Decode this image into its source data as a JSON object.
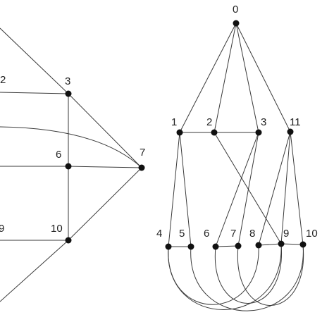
{
  "colors": {
    "edge": "#3a3a3a",
    "node": "#111111",
    "label": "#222222"
  },
  "left_graph": {
    "labels": {
      "n2": "2",
      "n3": "3",
      "n6": "6",
      "n7": "7",
      "n9": "9",
      "n10": "10"
    }
  },
  "right_graph": {
    "labels": {
      "n0": "0",
      "n1": "1",
      "n2": "2",
      "n3": "3",
      "n11": "11",
      "n4": "4",
      "n5": "5",
      "n6": "6",
      "n7": "7",
      "n8": "8",
      "n9": "9",
      "n10": "10"
    }
  }
}
